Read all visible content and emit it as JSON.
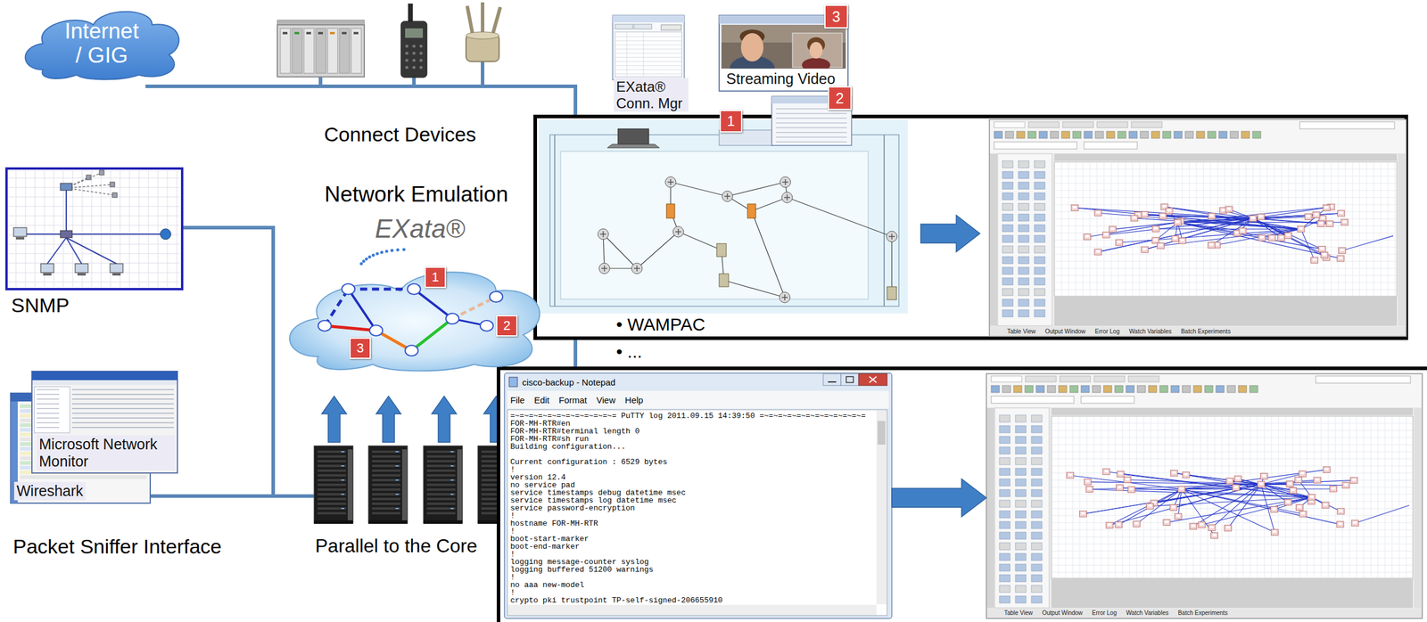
{
  "diagram": {
    "nodes": [
      {
        "text": [
          "Internet / GIG"
        ]
      },
      {
        "text": [
          "EXata® Conn. Mgr"
        ]
      },
      {
        "text": [
          "Streaming Video"
        ]
      },
      {
        "text": [
          "Table View",
          "Output Window",
          "Error Log",
          "Watch Variables",
          "Batch Experiments"
        ]
      },
      {
        "text": [
          "SNMP"
        ]
      },
      {
        "text": [
          "Network Emulation",
          "EXata®"
        ]
      },
      {
        "text": [
          "Microsoft Network Monitor"
        ]
      },
      {
        "text": [
          "Wireshark"
        ]
      },
      {
        "text": [
          "Parallel to the Core"
        ]
      },
      {
        "text": [
          "cisco-backup - Notepad",
          "File",
          "Edit",
          "Format",
          "View",
          "Help",
          "=~=~=~=~=~=~=~=~=~=~=~= PuTTY log 2011.09.15 14:39:50 =~=~=~=~=~=~=~=~=~=~=~=",
          "FOR-MH-RTR#en",
          "FOR-MH-RTR#terminal length 0",
          "FOR-MH-RTR#sh run",
          "Building configuration...",
          "Current configuration : 6529 bytes",
          "!",
          "version 12.4",
          "no service pad",
          "service timestamps debug datetime msec",
          "service timestamps log datetime msec",
          "service password-encryption",
          "!",
          "hostname FOR-MH-RTR",
          "!",
          "boot-start-marker",
          "boot-end-marker",
          "!",
          "logging message-counter syslog",
          "logging buffered 51200 warnings",
          "!",
          "no aaa new-model",
          "!",
          "crypto pki trustpoint TP-self-signed-206655910"
        ]
      },
      {
        "text": [
          "Table View",
          "Output Window",
          "Error Log",
          "Watch Variables",
          "Batch Experiments"
        ]
      }
    ],
    "edges": [
      {
        "from": 8,
        "to": 5,
        "arrow": "to"
      },
      {
        "from": 9,
        "to": 10,
        "arrow": "to"
      }
    ],
    "labels": [
      "3",
      "2",
      "1",
      "Connect Devices",
      "1",
      "2",
      "3",
      "• WAMPAC",
      "• ...",
      "Packet Sniffer Interface"
    ]
  }
}
